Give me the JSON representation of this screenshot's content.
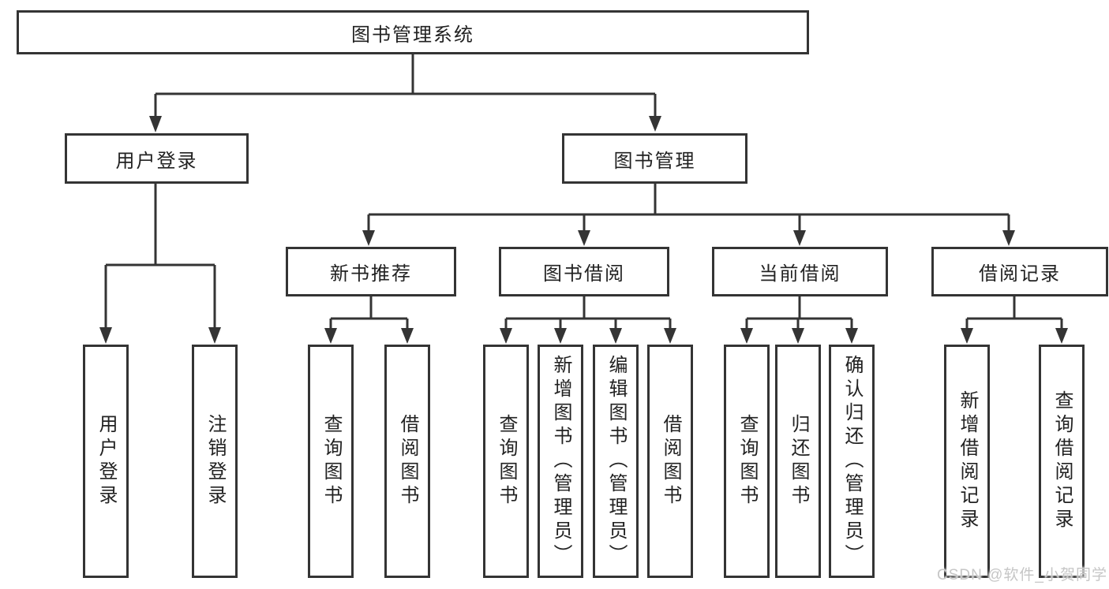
{
  "diagram_type": "hierarchy-chart",
  "colors": {
    "line": "#343434",
    "text": "#222222",
    "box_background": "#ffffff",
    "page_background": "#ffffff",
    "watermark": "#c6c6c6"
  },
  "nodes": {
    "root": {
      "label": "图书管理系统"
    },
    "user_login": {
      "label": "用户登录"
    },
    "book_mgmt": {
      "label": "图书管理"
    },
    "new_rec": {
      "label": "新书推荐"
    },
    "book_borrow": {
      "label": "图书借阅"
    },
    "current_borrow": {
      "label": "当前借阅"
    },
    "borrow_records": {
      "label": "借阅记录"
    },
    "leaf_user_login": {
      "label": "用户登录"
    },
    "leaf_logout": {
      "label": "注销登录"
    },
    "leaf_rec_search": {
      "label": "查询图书"
    },
    "leaf_rec_borrow": {
      "label": "借阅图书"
    },
    "leaf_bb_search": {
      "label": "查询图书"
    },
    "leaf_bb_add": {
      "label": "新增图书（管理员）"
    },
    "leaf_bb_edit": {
      "label": "编辑图书（管理员）"
    },
    "leaf_bb_borrow": {
      "label": "借阅图书"
    },
    "leaf_cb_search": {
      "label": "查询图书"
    },
    "leaf_cb_return": {
      "label": "归还图书"
    },
    "leaf_cb_confirm": {
      "label": "确认归还（管理员）"
    },
    "leaf_br_add": {
      "label": "新增借阅记录"
    },
    "leaf_br_search": {
      "label": "查询借阅记录"
    }
  },
  "hierarchy": {
    "root": "图书管理系统",
    "children_of_root": [
      "用户登录",
      "图书管理"
    ],
    "children_of_user_login": [
      "用户登录",
      "注销登录"
    ],
    "children_of_book_mgmt": [
      "新书推荐",
      "图书借阅",
      "当前借阅",
      "借阅记录"
    ],
    "children_of_new_rec": [
      "查询图书",
      "借阅图书"
    ],
    "children_of_book_borrow": [
      "查询图书",
      "新增图书（管理员）",
      "编辑图书（管理员）",
      "借阅图书"
    ],
    "children_of_current_borrow": [
      "查询图书",
      "归还图书",
      "确认归还（管理员）"
    ],
    "children_of_borrow_records": [
      "新增借阅记录",
      "查询借阅记录"
    ]
  },
  "watermark": {
    "text": "CSDN @软件_小贺同学"
  }
}
